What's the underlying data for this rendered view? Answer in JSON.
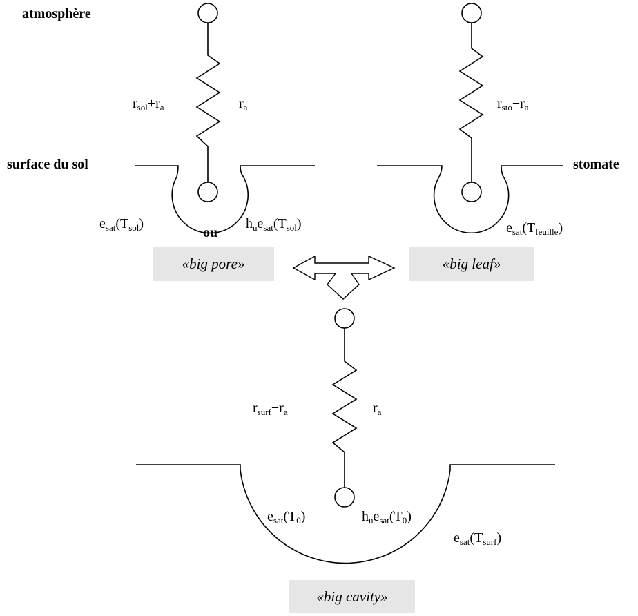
{
  "labels": {
    "atmosphere": "atmosphère",
    "surface_du_sol": "surface du sol",
    "stomate": "stomate",
    "ou": "ou"
  },
  "big_pore": {
    "resistance_left": {
      "base": "r",
      "sub": "sol",
      "tail": "+r",
      "sub2": "a"
    },
    "resistance_right": {
      "base": "r",
      "sub": "a"
    },
    "esat_left": {
      "base": "e",
      "sub": "sat",
      "mid": "(T",
      "sub2": "sol",
      "tail": ")"
    },
    "esat_right": {
      "pre": "h",
      "presub": "u",
      "base": "e",
      "sub": "sat",
      "mid": "(T",
      "sub2": "sol",
      "tail": ")"
    },
    "box_label": "«big pore»"
  },
  "big_leaf": {
    "resistance": {
      "base": "r",
      "sub": "sto",
      "tail": "+r",
      "sub2": "a"
    },
    "esat": {
      "base": "e",
      "sub": "sat",
      "mid": "(T",
      "sub2": "feuille",
      "tail": ")"
    },
    "box_label": "«big leaf»"
  },
  "big_cavity": {
    "resistance_left": {
      "base": "r",
      "sub": "surf",
      "tail": "+r",
      "sub2": "a"
    },
    "resistance_right": {
      "base": "r",
      "sub": "a"
    },
    "esat_left": {
      "base": "e",
      "sub": "sat",
      "mid": "(T",
      "sub2": "0",
      "tail": ")"
    },
    "esat_right": {
      "pre": "h",
      "presub": "u",
      "base": "e",
      "sub": "sat",
      "mid": "(T",
      "sub2": "0",
      "tail": ")"
    },
    "esat_surface": {
      "base": "e",
      "sub": "sat",
      "mid": "(T",
      "sub2": "surf",
      "tail": ")"
    },
    "box_label": "«big cavity»"
  }
}
